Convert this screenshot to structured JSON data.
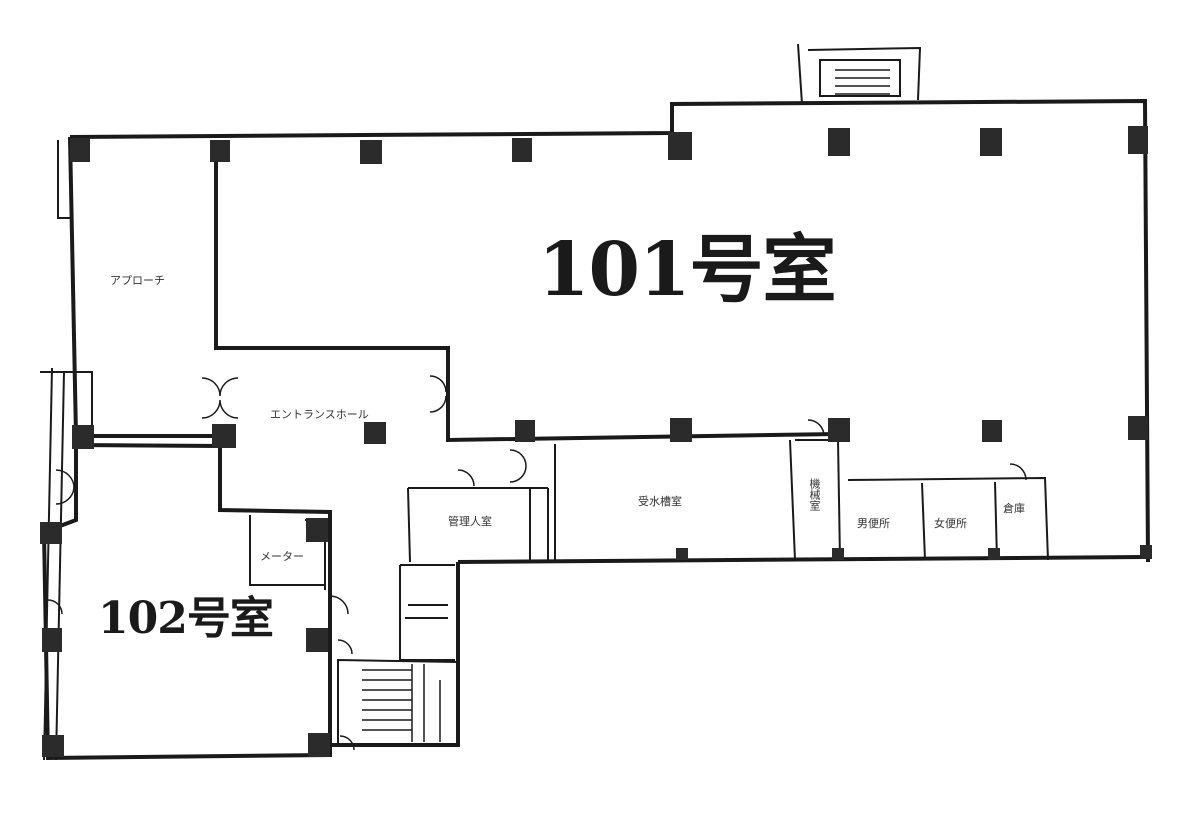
{
  "plan": {
    "rooms": {
      "room101": "101号室",
      "room102": "102号室"
    },
    "areas": {
      "approach": "アプローチ",
      "entrance_hall": "エントランスホール",
      "manager_room": "管理人室",
      "reception_room": "受水槽室",
      "machine_room": "機械室",
      "mens_toilet": "男便所",
      "womens_toilet": "女便所",
      "storage": "倉庫",
      "meter": "メーター"
    },
    "colors": {
      "wall": "#1a1a1a",
      "column": "#2b2b2b",
      "background": "#ffffff"
    }
  }
}
